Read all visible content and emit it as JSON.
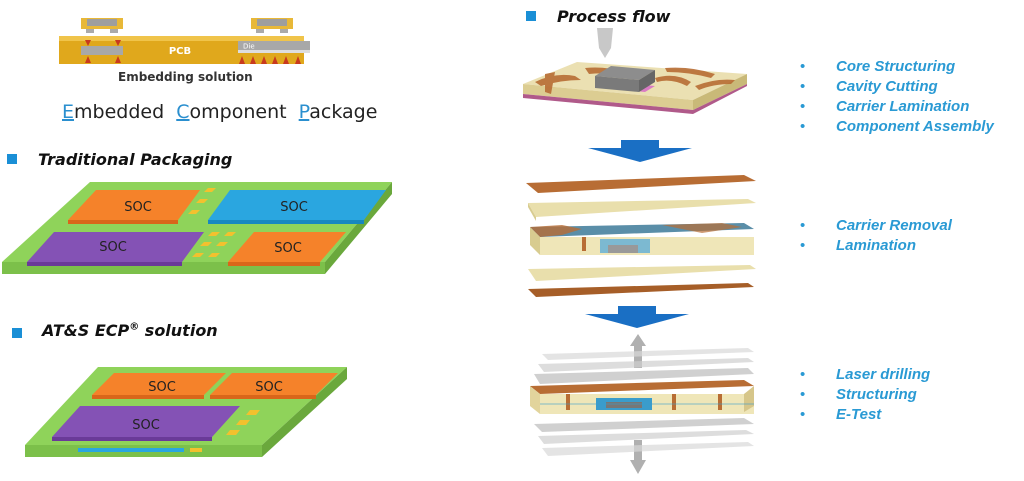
{
  "embedding": {
    "pcb_label": "PCB",
    "die_label": "Die",
    "caption": "Embedding solution",
    "ecp_words": [
      {
        "cap": "E",
        "rest": "mbedded"
      },
      {
        "cap": "C",
        "rest": "omponent"
      },
      {
        "cap": "P",
        "rest": "ackage"
      }
    ]
  },
  "traditional": {
    "title": "Traditional Packaging",
    "socs": [
      "SOC",
      "SOC",
      "SOC",
      "SOC"
    ]
  },
  "ecp_solution": {
    "title_prefix": "AT&S ECP",
    "title_sup": "®",
    "title_suffix": " solution",
    "socs": [
      "SOC",
      "SOC",
      "SOC"
    ]
  },
  "process": {
    "title": "Process flow",
    "groups": [
      {
        "steps": [
          "Core Structuring",
          "Cavity Cutting",
          "Carrier Lamination",
          "Component Assembly"
        ]
      },
      {
        "steps": [
          "Carrier Removal",
          "Lamination"
        ]
      },
      {
        "steps": [
          "Laser drilling",
          "Structuring",
          "E-Test"
        ]
      }
    ],
    "bullet_char": "•"
  },
  "colors": {
    "accent_blue": "#1a8fd6",
    "step_text": "#2a9ad4",
    "arrow_blue": "#1a6fc4",
    "board_green": "#8fd35a",
    "soc_orange": "#f5822a",
    "soc_blue": "#2aa6e0",
    "soc_purple": "#8452b5",
    "pad_yellow": "#f2c12e",
    "copper": "#b86d34",
    "prepreg": "#efe6b8"
  }
}
